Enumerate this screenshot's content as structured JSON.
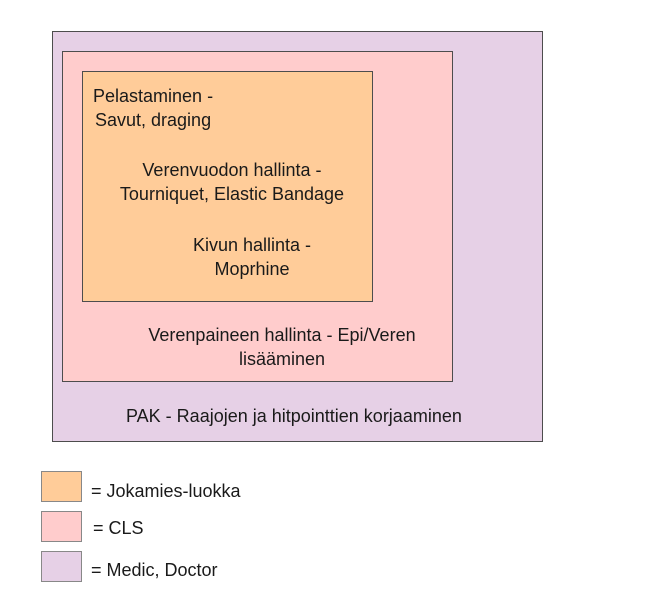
{
  "colors": {
    "jokamies": "#ffcc99",
    "cls": "#ffcccc",
    "medic": "#e6d0e6",
    "border": "#4d4d4d",
    "legend_border": "#888888",
    "text": "#1a1a1a"
  },
  "diagram": {
    "inner": {
      "pelastaminen": [
        "Pelastaminen -",
        "Savut, draging"
      ],
      "verenvuodon": [
        "Verenvuodon hallinta -",
        "Tourniquet, Elastic Bandage"
      ],
      "kivun": [
        "Kivun hallinta -",
        "Moprhine"
      ]
    },
    "middle": {
      "verenpaineen": [
        "Verenpaineen hallinta - Epi/Veren",
        "lisääminen"
      ]
    },
    "outer": {
      "pak": "PAK - Raajojen ja hitpointtien korjaaminen"
    }
  },
  "legend": [
    {
      "label": "= Jokamies-luokka"
    },
    {
      "label": "= CLS"
    },
    {
      "label": "= Medic, Doctor"
    }
  ]
}
